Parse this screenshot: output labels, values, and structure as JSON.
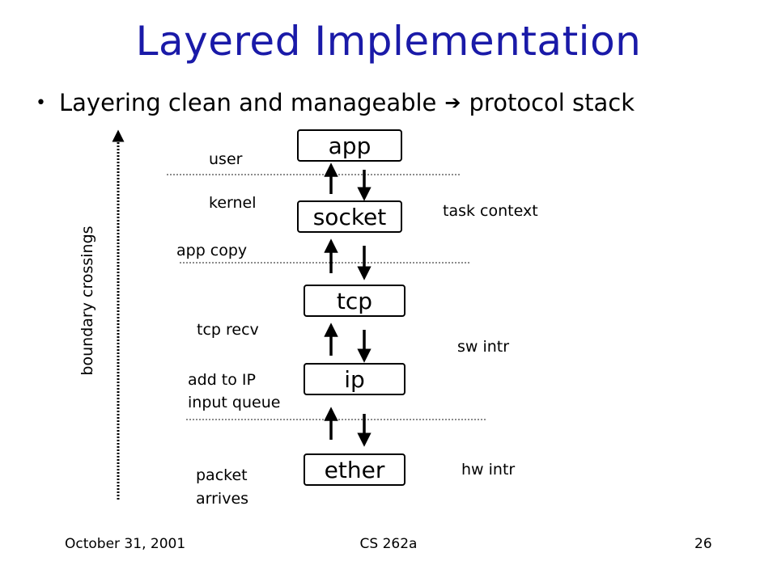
{
  "slide": {
    "title": "Layered Implementation",
    "bullet": {
      "text_before": "Layering clean and manageable",
      "arrow_icon": "right-arrow-icon",
      "text_after": "protocol stack"
    }
  },
  "diagram": {
    "layers": [
      "app",
      "socket",
      "tcp",
      "ip",
      "ether"
    ],
    "left_labels": {
      "user": "user",
      "kernel": "kernel",
      "app_copy": "app copy",
      "tcp_recv": "tcp recv",
      "add_to_ip_line1": "add to IP",
      "add_to_ip_line2": "input queue",
      "packet_line1": "packet",
      "packet_line2": "arrives"
    },
    "right_labels": {
      "task_context": "task context",
      "sw_intr": "sw intr",
      "hw_intr": "hw intr"
    },
    "vertical_label": "boundary crossings"
  },
  "footer": {
    "date": "October 31, 2001",
    "course": "CS 262a",
    "page": "26"
  },
  "colors": {
    "title": "#1a1aa8",
    "text": "#000000"
  }
}
